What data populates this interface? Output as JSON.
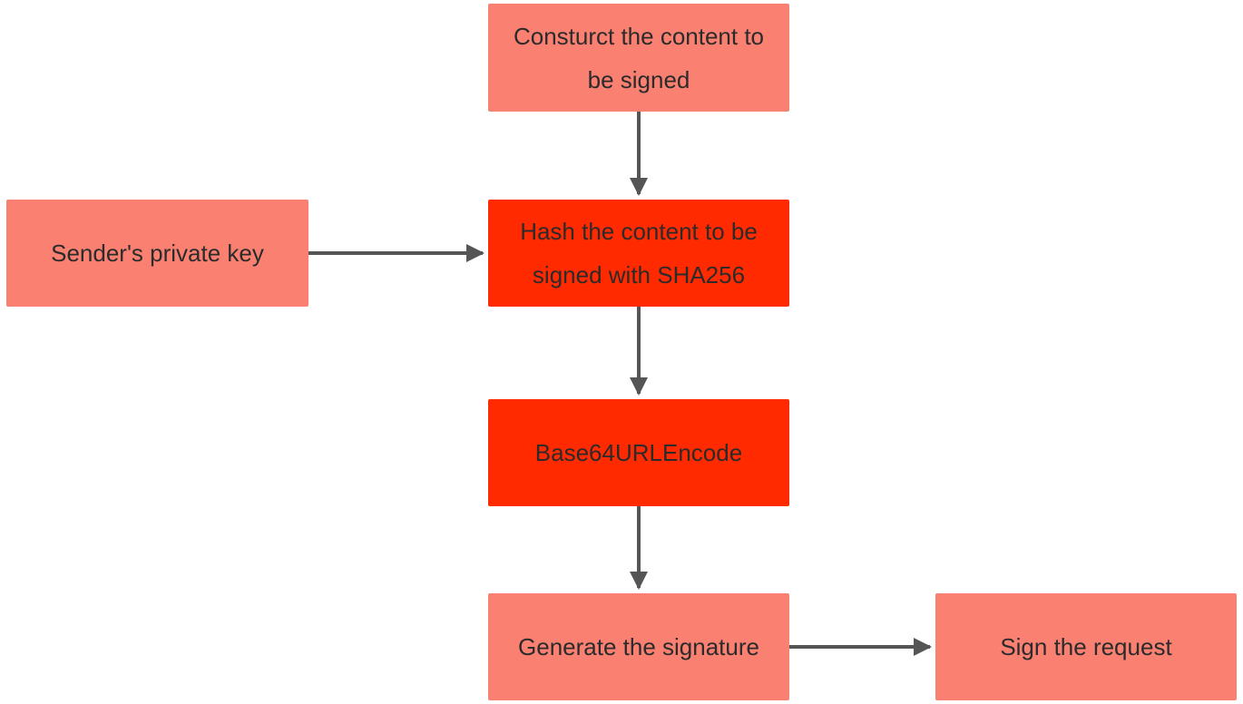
{
  "diagram": {
    "nodes": {
      "construct": {
        "label": "Consturct the content to be signed"
      },
      "private_key": {
        "label": "Sender's private key"
      },
      "hash": {
        "label": "Hash the content to be signed with SHA256"
      },
      "encode": {
        "label": "Base64URLEncode"
      },
      "generate": {
        "label": "Generate the signature"
      },
      "sign": {
        "label": "Sign the request"
      }
    },
    "edges": [
      {
        "from": "construct",
        "to": "hash"
      },
      {
        "from": "private_key",
        "to": "hash"
      },
      {
        "from": "hash",
        "to": "encode"
      },
      {
        "from": "encode",
        "to": "generate"
      },
      {
        "from": "generate",
        "to": "sign"
      }
    ]
  },
  "colors": {
    "light_node": "#fa8072",
    "dark_node": "#ff2a00",
    "connector": "#555555",
    "text": "#2b2b2b"
  }
}
